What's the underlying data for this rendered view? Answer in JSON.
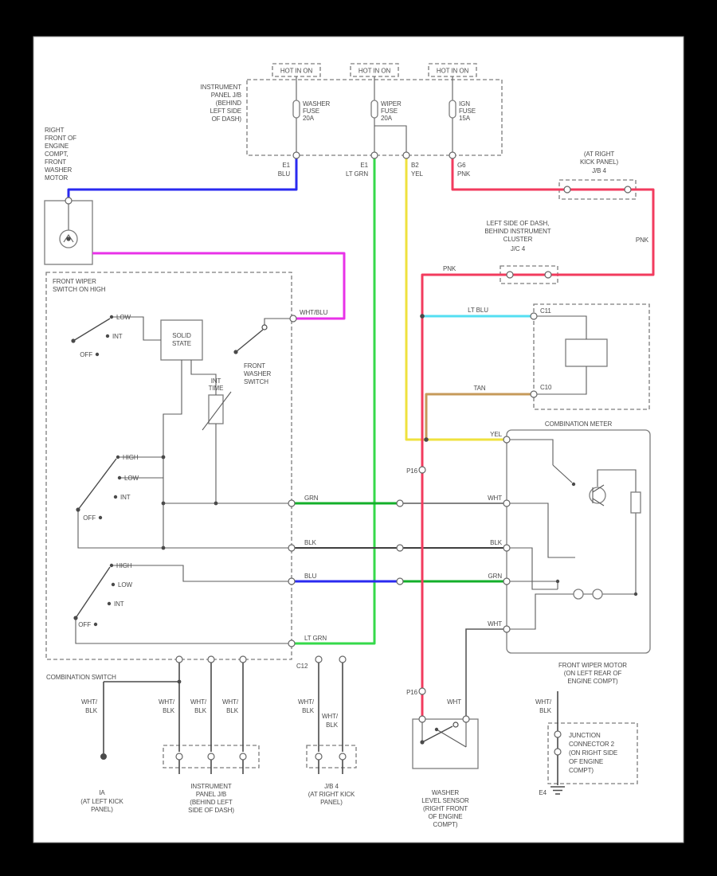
{
  "colors": {
    "blu": "#2a2af0",
    "ppl": "#e832e8",
    "lt_grn": "#35d94a",
    "grn": "#13af2a",
    "yel": "#efe13e",
    "pnk": "#f23b5e",
    "lt_blu": "#54dff2",
    "tan": "#c69a5a",
    "blk": "#3f3f3f",
    "wht": "#5a5a5a",
    "text": "#4a4a4a"
  },
  "labels": {
    "hot": "HOT IN ON",
    "jb_top": [
      "INSTRUMENT",
      "PANEL J/B",
      "(BEHIND",
      "LEFT SIDE",
      "OF DASH)"
    ],
    "fuse_washer": [
      "WASHER",
      "FUSE",
      "20A"
    ],
    "fuse_wiper": [
      "WIPER",
      "FUSE",
      "20A"
    ],
    "fuse_ign": [
      "IGN",
      "FUSE",
      "15A"
    ],
    "pin_e1a": "E1",
    "wire_blu": "BLU",
    "pin_e1b": "E1",
    "wire_ltgrn_top": "LT GRN",
    "pin_b2": "B2",
    "wire_yel_top": "YEL",
    "pin_g6": "G6",
    "wire_pnk_top": "PNK",
    "washer_motor": [
      "RIGHT",
      "FRONT OF",
      "ENGINE",
      "COMPT,",
      "FRONT",
      "WASHER",
      "MOTOR"
    ],
    "kick_panel": [
      "(AT RIGHT",
      "KICK PANEL)",
      "J/B 4"
    ],
    "pnk_right": "PNK",
    "jc4": [
      "LEFT SIDE OF DASH,",
      "BEHIND INSTRUMENT",
      "CLUSTER",
      "J/C 4"
    ],
    "pnk_mid": "PNK",
    "lt_blu": "LT BLU",
    "c11": "C11",
    "c10": "C10",
    "tan": "TAN",
    "meter_title": "COMBINATION METER",
    "wiper_switch": [
      "FRONT WIPER",
      "SWITCH ON HIGH"
    ],
    "solid_state": [
      "SOLID",
      "STATE"
    ],
    "washer_switch": [
      "FRONT",
      "WASHER",
      "SWITCH"
    ],
    "int_time": [
      "INT",
      "TIME"
    ],
    "pos_high": "HIGH",
    "pos_low": "LOW",
    "pos_int": "INT",
    "pos_off": "OFF",
    "wht_blu": "WHT/BLU",
    "w632_l": "GRN",
    "w632_r": "WHT",
    "w688_l": "BLK",
    "w688_r": "BLK",
    "w730_l": "BLU",
    "w730_r": "GRN",
    "w808": "LT GRN",
    "w552": "YEL",
    "w790": "WHT",
    "p16": "P16",
    "c12": "C12",
    "comb_switch": "COMBINATION SWITCH",
    "wht_blk_1": "WHT/",
    "wht_blk_2": "BLK",
    "wht_s": "WHT",
    "gnd_ia": [
      "IA",
      "(AT LEFT KICK",
      "PANEL)"
    ],
    "jb_bottom": [
      "INSTRUMENT",
      "PANEL J/B",
      "(BEHIND LEFT",
      "SIDE OF DASH)"
    ],
    "jb4_bottom": [
      "J/B 4",
      "(AT RIGHT KICK",
      "PANEL)"
    ],
    "sensor": [
      "WASHER",
      "LEVEL SENSOR",
      "(RIGHT FRONT",
      "OF ENGINE",
      "COMPT)"
    ],
    "wiper_motor": [
      "FRONT WIPER MOTOR",
      "(ON LEFT REAR OF",
      "ENGINE COMPT)"
    ],
    "junction2": [
      "JUNCTION",
      "CONNECTOR 2",
      "(ON RIGHT SIDE",
      "OF ENGINE",
      "COMPT)"
    ],
    "e4": "E4"
  }
}
